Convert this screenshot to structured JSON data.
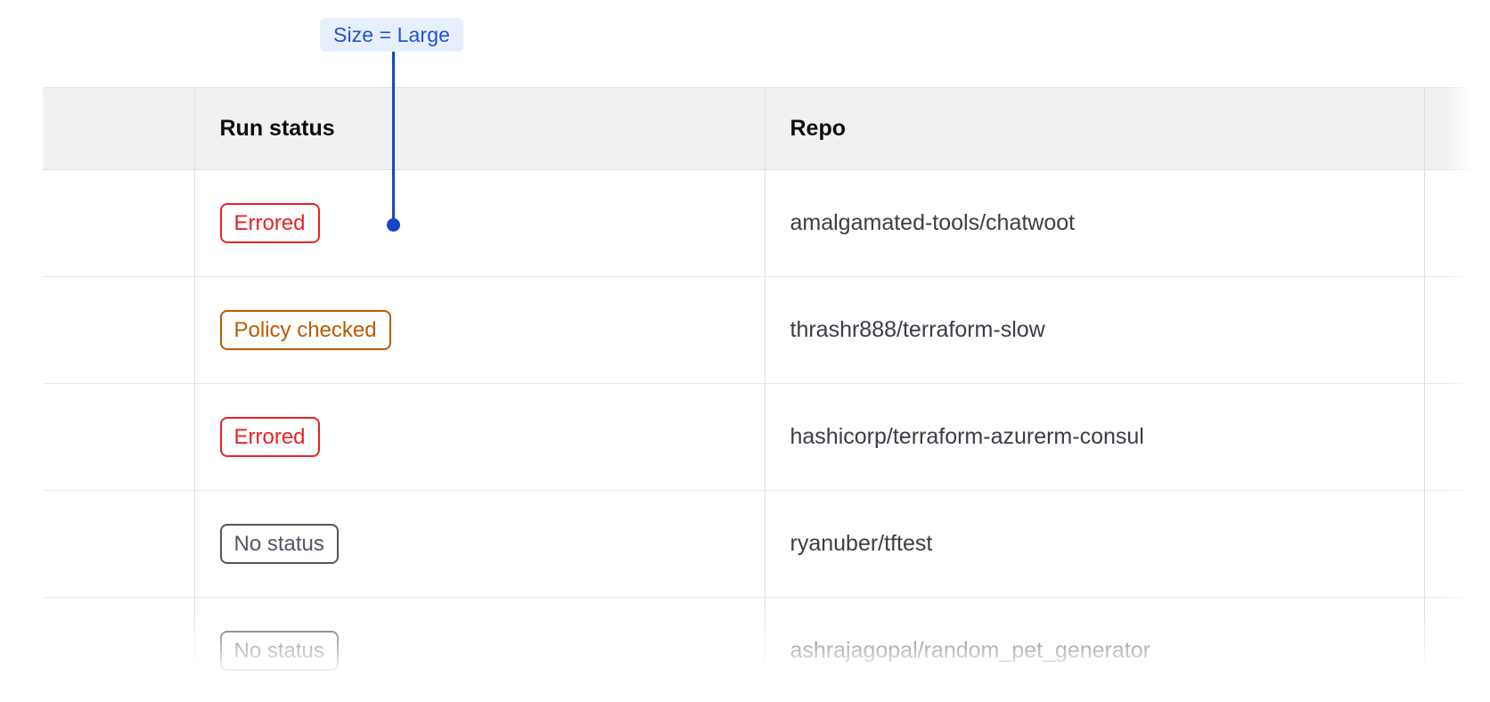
{
  "annotation": {
    "label": "Size = Large",
    "accent_color": "#1646c8",
    "text_color": "#1f52d8",
    "background_color": "#e8effc"
  },
  "table": {
    "columns": [
      {
        "key": "select",
        "label": ""
      },
      {
        "key": "run_status",
        "label": "Run status"
      },
      {
        "key": "repo",
        "label": "Repo"
      }
    ],
    "rows": [
      {
        "status": "Errored",
        "status_kind": "errored",
        "repo": "amalgamated-tools/chatwoot"
      },
      {
        "status": "Policy checked",
        "status_kind": "policy-checked",
        "repo": "thrashr888/terraform-slow"
      },
      {
        "status": "Errored",
        "status_kind": "errored",
        "repo": "hashicorp/terraform-azurerm-consul"
      },
      {
        "status": "No status",
        "status_kind": "no-status",
        "repo": "ryanuber/tftest"
      },
      {
        "status": "No status",
        "status_kind": "no-status",
        "repo": "ashrajagopal/random_pet_generator"
      }
    ],
    "status_colors": {
      "errored": "#e8222a",
      "policy-checked": "#bb5a00",
      "no-status": "#535663"
    },
    "header_background": "#f0f1f2",
    "border_color": "#dcdee0"
  }
}
